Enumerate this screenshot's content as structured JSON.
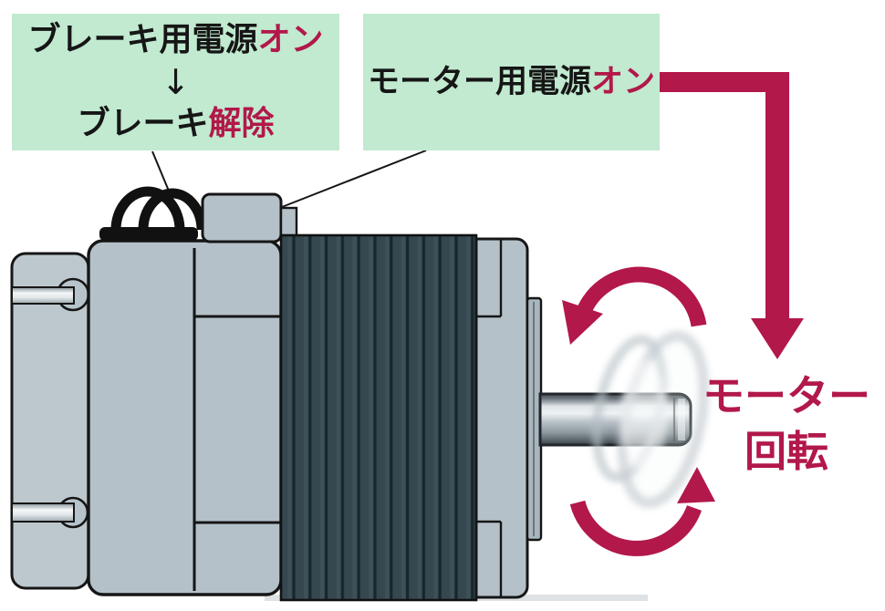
{
  "callouts": {
    "brake": {
      "line1_main": "ブレーキ用電源",
      "line1_accent": "オン",
      "arrow_glyph": "↓",
      "line2_main": "ブレーキ",
      "line2_accent": "解除"
    },
    "motor": {
      "line1_main": "モーター用電源",
      "line1_accent": "オン"
    }
  },
  "rotation_label": {
    "line1": "モーター",
    "line2": "回転"
  },
  "colors": {
    "accent_crimson": "#b2184a",
    "callout_green": "#c1ead0",
    "text_black": "#161616",
    "motor_body_light": "#b4c1c9",
    "motor_rear_light": "#bdc8ce",
    "motor_fins_dark": "#35484f",
    "fin_groove": "#18272d",
    "outline_black": "#161616",
    "background": "#ffffff"
  }
}
